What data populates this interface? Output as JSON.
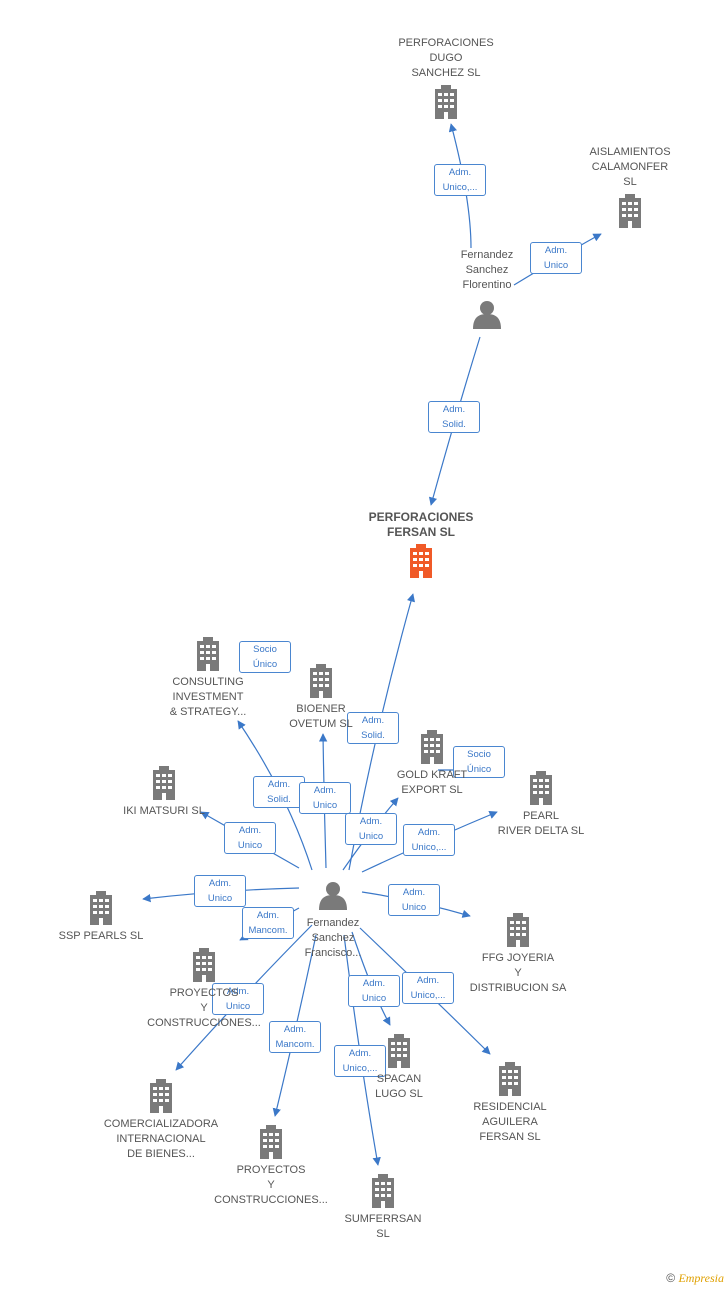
{
  "colors": {
    "edge": "#3b78c8",
    "building": "#7a7a7a",
    "building_focus": "#f05a28",
    "person": "#7a7a7a",
    "label_text": "#555555"
  },
  "nodes": [
    {
      "id": "perforaciones-fersan",
      "type": "company",
      "focus": true,
      "label": [
        "PERFORACIONES",
        "FERSAN  SL"
      ]
    },
    {
      "id": "perforaciones-dugo",
      "type": "company",
      "label": [
        "PERFORACIONES",
        "DUGO",
        "SANCHEZ  SL"
      ]
    },
    {
      "id": "aislamientos",
      "type": "company",
      "label": [
        "AISLAMIENTOS",
        "CALAMONFER",
        "SL"
      ]
    },
    {
      "id": "florentino",
      "type": "person",
      "label": [
        "Fernandez",
        "Sanchez",
        "Florentino"
      ]
    },
    {
      "id": "francisco",
      "type": "person",
      "label": [
        "Fernandez",
        "Sanchez",
        "Francisco..."
      ]
    },
    {
      "id": "consulting",
      "type": "company",
      "label": [
        "CONSULTING",
        "INVESTMENT",
        "& STRATEGY..."
      ]
    },
    {
      "id": "bioener",
      "type": "company",
      "label": [
        "BIOENER",
        "OVETUM  SL"
      ]
    },
    {
      "id": "gold-kraft",
      "type": "company",
      "label": [
        "GOLD KRAFT",
        "EXPORT  SL"
      ]
    },
    {
      "id": "pearl",
      "type": "company",
      "label": [
        "PEARL",
        "RIVER DELTA SL"
      ]
    },
    {
      "id": "iki",
      "type": "company",
      "label": [
        "IKI MATSURI  SL"
      ]
    },
    {
      "id": "ssp",
      "type": "company",
      "label": [
        "SSP PEARLS  SL"
      ]
    },
    {
      "id": "ffg",
      "type": "company",
      "label": [
        "FFG JOYERIA",
        "Y",
        "DISTRIBUCION SA"
      ]
    },
    {
      "id": "proyectos1",
      "type": "company",
      "label": [
        "PROYECTOS",
        "Y",
        "CONSTRUCCIONES..."
      ]
    },
    {
      "id": "comercializadora",
      "type": "company",
      "label": [
        "COMERCIALIZADORA",
        "INTERNACIONAL",
        "DE BIENES..."
      ]
    },
    {
      "id": "proyectos2",
      "type": "company",
      "label": [
        "PROYECTOS",
        "Y",
        "CONSTRUCCIONES..."
      ]
    },
    {
      "id": "spacan",
      "type": "company",
      "label": [
        "SPACAN",
        "LUGO SL"
      ]
    },
    {
      "id": "sumferrsan",
      "type": "company",
      "label": [
        "SUMFERRSAN",
        "SL"
      ]
    },
    {
      "id": "residencial",
      "type": "company",
      "label": [
        "RESIDENCIAL",
        "AGUILERA",
        "FERSAN  SL"
      ]
    }
  ],
  "edges": [
    {
      "from": "florentino",
      "to": "perforaciones-dugo",
      "label": [
        "Adm.",
        "Unico,..."
      ]
    },
    {
      "from": "florentino",
      "to": "aislamientos",
      "label": [
        "Adm.",
        "Unico"
      ]
    },
    {
      "from": "florentino",
      "to": "perforaciones-fersan",
      "label": [
        "Adm.",
        "Solid."
      ]
    },
    {
      "from": "francisco",
      "to": "perforaciones-fersan",
      "label": [
        "Adm.",
        "Solid."
      ]
    },
    {
      "from": "francisco",
      "to": "consulting",
      "label": [
        "Adm.",
        "Solid."
      ]
    },
    {
      "from": "francisco",
      "to": "consulting",
      "label": [
        "Socio",
        "Único"
      ]
    },
    {
      "from": "francisco",
      "to": "bioener",
      "label": [
        "Adm.",
        "Unico"
      ]
    },
    {
      "from": "francisco",
      "to": "gold-kraft",
      "label": [
        "Adm.",
        "Unico"
      ]
    },
    {
      "from": "francisco",
      "to": "gold-kraft",
      "label": [
        "Socio",
        "Único"
      ]
    },
    {
      "from": "francisco",
      "to": "pearl",
      "label": [
        "Adm.",
        "Unico,..."
      ]
    },
    {
      "from": "francisco",
      "to": "iki",
      "label": [
        "Adm.",
        "Unico"
      ]
    },
    {
      "from": "francisco",
      "to": "ssp",
      "label": [
        "Adm.",
        "Unico"
      ]
    },
    {
      "from": "francisco",
      "to": "proyectos1",
      "label": [
        "Adm.",
        "Mancom."
      ]
    },
    {
      "from": "francisco",
      "to": "ffg",
      "label": [
        "Adm.",
        "Unico"
      ]
    },
    {
      "from": "francisco",
      "to": "comercializadora",
      "label": [
        "Adm.",
        "Unico"
      ]
    },
    {
      "from": "francisco",
      "to": "proyectos2",
      "label": [
        "Adm.",
        "Mancom."
      ]
    },
    {
      "from": "francisco",
      "to": "spacan",
      "label": [
        "Adm.",
        "Unico"
      ]
    },
    {
      "from": "francisco",
      "to": "sumferrsan",
      "label": [
        "Adm.",
        "Unico,..."
      ]
    },
    {
      "from": "francisco",
      "to": "residencial",
      "label": [
        "Adm.",
        "Unico,..."
      ]
    }
  ],
  "footer": {
    "copyright": "©",
    "brand": "Empresia"
  }
}
